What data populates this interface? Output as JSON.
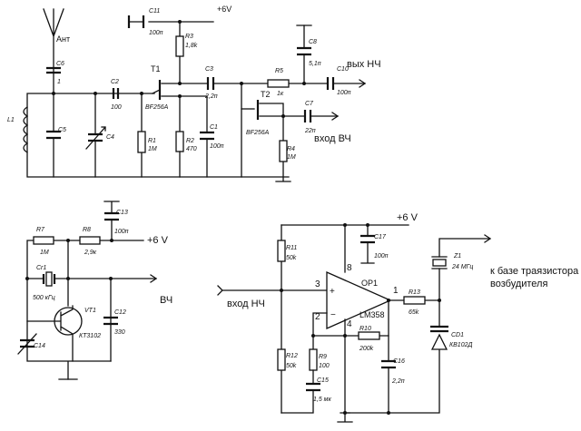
{
  "power": {
    "rf_top": "+6V",
    "osc": "+6 V",
    "opamp": "+6 V"
  },
  "ports": {
    "ant": "Ант",
    "lf_out": "вых НЧ",
    "hf_in": "вход ВЧ",
    "osc_out": "ВЧ",
    "lf_in": "вход НЧ",
    "to_base_line1": "к базе траязистора",
    "to_base_line2": "возбудителя"
  },
  "components": {
    "C11": {
      "ref": "C11",
      "val": "100п"
    },
    "R3": {
      "ref": "R3",
      "val": "1,8k"
    },
    "C8": {
      "ref": "C8",
      "val": "5,1п"
    },
    "C6": {
      "ref": "C6",
      "val": "1"
    },
    "T1": {
      "ref": "T1",
      "val": "BF256A"
    },
    "C2": {
      "ref": "C2",
      "val": "100"
    },
    "C3": {
      "ref": "C3",
      "val": "2,2п"
    },
    "R5": {
      "ref": "R5",
      "val": "1к"
    },
    "C10": {
      "ref": "C10",
      "val": "100п"
    },
    "L1": {
      "ref": "L1"
    },
    "C5": {
      "ref": "C5"
    },
    "C4": {
      "ref": "C4"
    },
    "R1": {
      "ref": "R1",
      "val": "1M"
    },
    "R2": {
      "ref": "R2",
      "val": "470"
    },
    "C1": {
      "ref": "C1",
      "val": "100п"
    },
    "T2": {
      "ref": "T2",
      "val": "BF256A"
    },
    "C7": {
      "ref": "C7",
      "val": "22п"
    },
    "R4": {
      "ref": "R4",
      "val": "1M"
    },
    "C13": {
      "ref": "C13",
      "val": "100п"
    },
    "R7": {
      "ref": "R7",
      "val": "1M"
    },
    "R8": {
      "ref": "R8",
      "val": "2,9к"
    },
    "Cr1": {
      "ref": "Cr1",
      "val": "500 кГц"
    },
    "VT1": {
      "ref": "VT1",
      "val": "КТ3102"
    },
    "C12": {
      "ref": "C12",
      "val": "330"
    },
    "C14": {
      "ref": "C14"
    },
    "R11": {
      "ref": "R11",
      "val": "50k"
    },
    "R12": {
      "ref": "R12",
      "val": "50k"
    },
    "R9": {
      "ref": "R9",
      "val": "100"
    },
    "C15": {
      "ref": "C15",
      "val": "1,5 мк"
    },
    "C17": {
      "ref": "C17",
      "val": "100п"
    },
    "OP1": {
      "ref": "OP1",
      "val": "LM358"
    },
    "R10": {
      "ref": "R10",
      "val": "200k"
    },
    "R13": {
      "ref": "R13",
      "val": "65k"
    },
    "C16": {
      "ref": "C16",
      "val": "2,2п"
    },
    "Z1": {
      "ref": "Z1",
      "val": "24 МГц"
    },
    "CD1": {
      "ref": "CD1",
      "val": "КВ102Д"
    }
  },
  "pins": {
    "p8": "8",
    "p3": "3",
    "p1": "1",
    "p2": "2",
    "p4": "4",
    "plus": "+",
    "minus": "−"
  }
}
